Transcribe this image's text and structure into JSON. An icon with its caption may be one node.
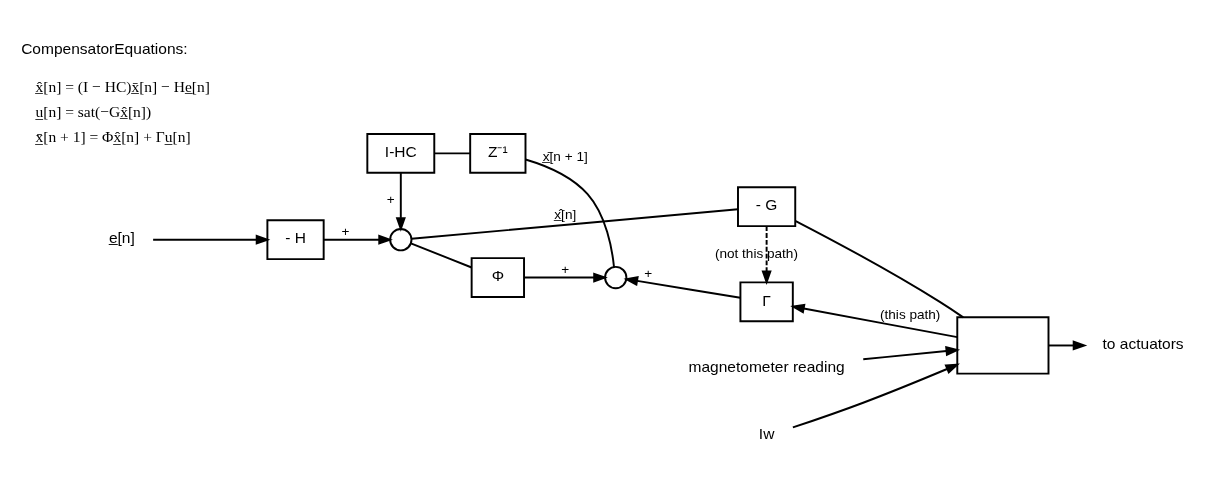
{
  "diagram": {
    "title": "CompensatorEquations:",
    "nodes": [
      {
        "text": [
          "e̲[n]"
        ]
      },
      {
        "text": [
          "- H"
        ]
      },
      {
        "text": [],
        "shape": "circle"
      },
      {
        "text": [
          "- G"
        ]
      },
      {
        "text": [],
        "shape": "box"
      },
      {
        "text": [
          "magnetometer reading"
        ]
      },
      {
        "text": [
          "Iw"
        ]
      },
      {
        "text": [
          "to actuators"
        ]
      },
      {
        "text": [
          "Φ"
        ]
      },
      {
        "text": [
          "I-HC"
        ]
      },
      {
        "text": [
          "Z⁻¹"
        ]
      },
      {
        "text": [],
        "shape": "circle"
      },
      {
        "text": [
          "Γ"
        ]
      }
    ],
    "edges": [
      {
        "from": 0,
        "to": 1,
        "arrow": "to"
      },
      {
        "from": 1,
        "to": 2,
        "arrow": "to",
        "label": "+"
      },
      {
        "from": 2,
        "to": 3,
        "arrow": "none",
        "label": "x̲̂[n]"
      },
      {
        "from": 2,
        "to": 8,
        "arrow": "none"
      },
      {
        "from": 3,
        "to": 4,
        "arrow": "none"
      },
      {
        "from": 4,
        "to": 7,
        "arrow": "to"
      },
      {
        "from": 5,
        "to": 4,
        "arrow": "to"
      },
      {
        "from": 6,
        "to": 4,
        "arrow": "to"
      },
      {
        "from": 3,
        "to": 12,
        "arrow": "to",
        "style": "dashed",
        "label": "(not this path)"
      },
      {
        "from": 4,
        "to": 12,
        "arrow": "to",
        "label": "(this path)"
      },
      {
        "from": 9,
        "to": 2,
        "arrow": "to",
        "label": "+"
      },
      {
        "from": 8,
        "to": 11,
        "arrow": "to",
        "label": "+"
      },
      {
        "from": 12,
        "to": 11,
        "arrow": "to",
        "label": "+"
      },
      {
        "from": 11,
        "to": 10,
        "arrow": "none",
        "label": "x̲̄[n + 1]"
      },
      {
        "from": 10,
        "to": 9,
        "arrow": "none"
      }
    ],
    "labels": [
      "x̲̂[n] = (I − HC)x̲̄[n] − He̲[n]",
      "u̲[n] = sat(−Gx̲̂[n])",
      "x̲̄[n + 1] = Φx̲̂[n] + Γu̲[n]"
    ]
  }
}
